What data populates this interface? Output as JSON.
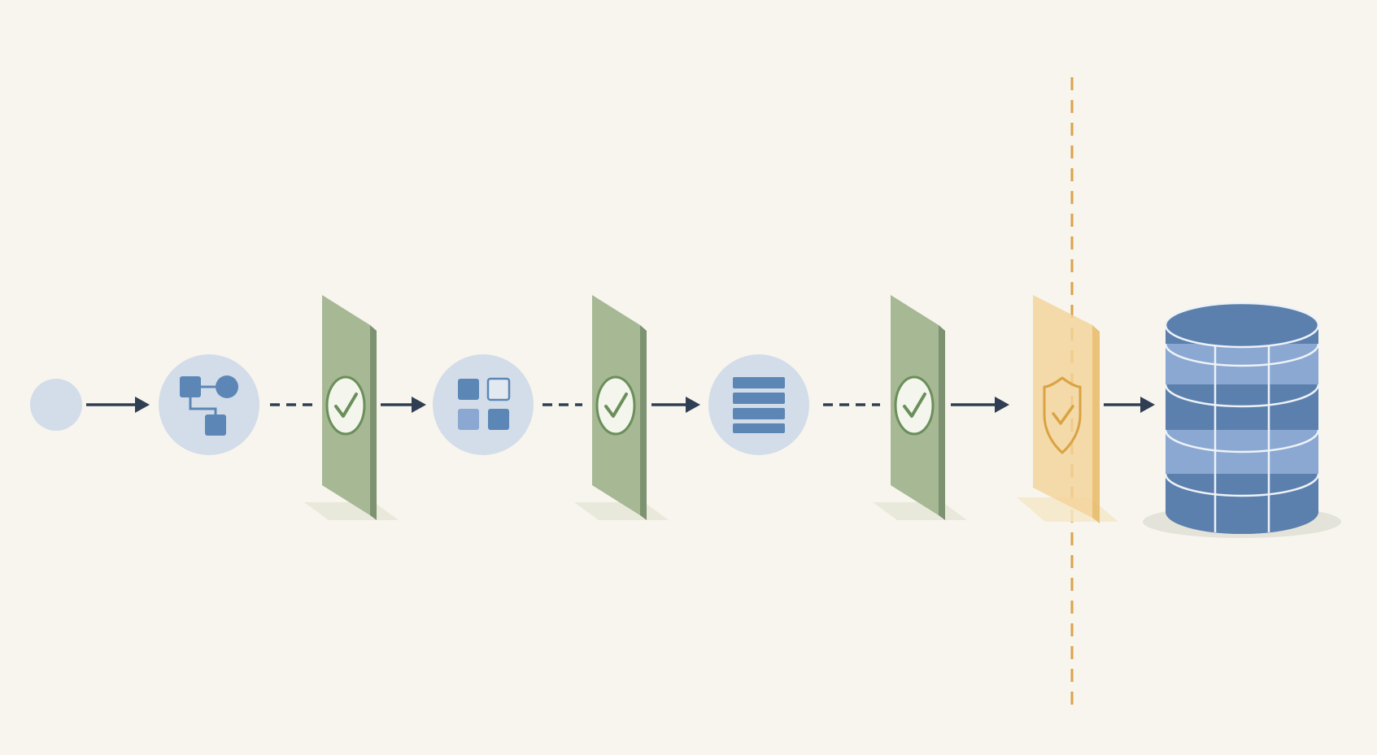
{
  "diagram": {
    "stages": [
      {
        "kind": "source-dot",
        "icon": "circle-dot-icon"
      },
      {
        "kind": "node",
        "icon": "flowchart-icon"
      },
      {
        "kind": "gate",
        "icon": "checkmark-icon",
        "status": "passed"
      },
      {
        "kind": "node",
        "icon": "grid-blocks-icon"
      },
      {
        "kind": "gate",
        "icon": "checkmark-icon",
        "status": "passed"
      },
      {
        "kind": "node",
        "icon": "list-rows-icon"
      },
      {
        "kind": "gate",
        "icon": "checkmark-icon",
        "status": "passed"
      },
      {
        "kind": "boundary-gate",
        "icon": "shield-check-icon",
        "status": "secured"
      },
      {
        "kind": "database",
        "icon": "database-cylinder-icon"
      }
    ],
    "connectors": [
      "arrow",
      "dashed",
      "arrow",
      "dashed",
      "arrow",
      "dashed",
      "arrow",
      "arrow"
    ],
    "boundary": {
      "style": "dashed",
      "icon": "boundary-line"
    },
    "colors": {
      "background": "#f7f5ee",
      "node_fill": "#d3dde9",
      "icon_blue": "#5c86b6",
      "gate_green": "#a6b894",
      "gate_green_side": "#7d9270",
      "check_green": "#6b8f5a",
      "gate_amber": "#f3d39a",
      "amber_stroke": "#d9a341",
      "boundary_orange": "#dba24a",
      "arrow": "#2f3e52",
      "db_dark": "#5c80ad",
      "db_light": "#8aa8d1"
    }
  }
}
